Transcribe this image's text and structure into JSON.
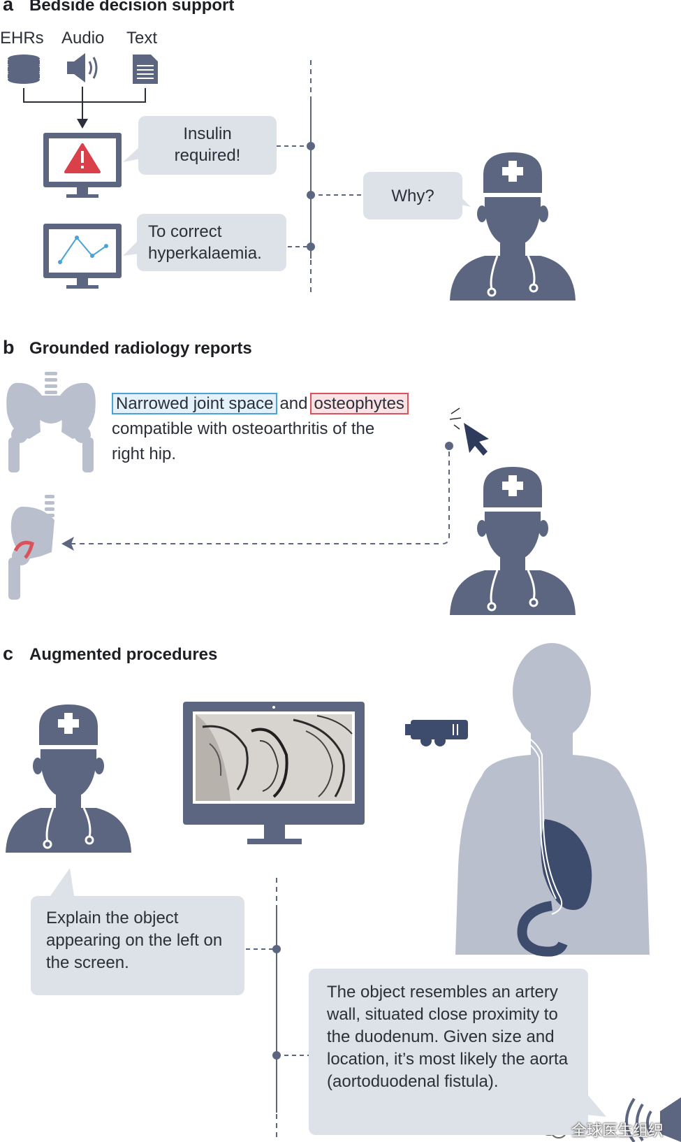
{
  "panel_a": {
    "letter": "a",
    "title": "Bedside decision support",
    "sources": [
      "EHRs",
      "Audio",
      "Text"
    ],
    "alert_message": "Insulin required!",
    "clinician_question": "Why?",
    "explanation": "To correct hyperkalaemia."
  },
  "panel_b": {
    "letter": "b",
    "title": "Grounded radiology reports",
    "finding_1": "Narrowed joint space",
    "connector": "and",
    "finding_2": "osteophytes",
    "report_rest_line1": "compatible with osteoarthritis of the",
    "report_rest_line2": "right hip."
  },
  "panel_c": {
    "letter": "c",
    "title": "Augmented procedures",
    "clinician_prompt": "Explain the object appearing on the left on the screen.",
    "model_answer": "The object resembles an artery wall, situated close proximity to the duodenum. Given size and location, it’s most likely the aorta (aortoduodenal fistula)."
  },
  "watermark": "全球医生组织",
  "colors": {
    "figure_gray": "#5d6680",
    "light_gray": "#b9bfcd",
    "bubble_bg": "#dde1e8",
    "alert_red": "#d9404a",
    "highlight_blue": "#4aa3d8",
    "highlight_red": "#d9535b",
    "chart_blue": "#4aa3d8"
  }
}
